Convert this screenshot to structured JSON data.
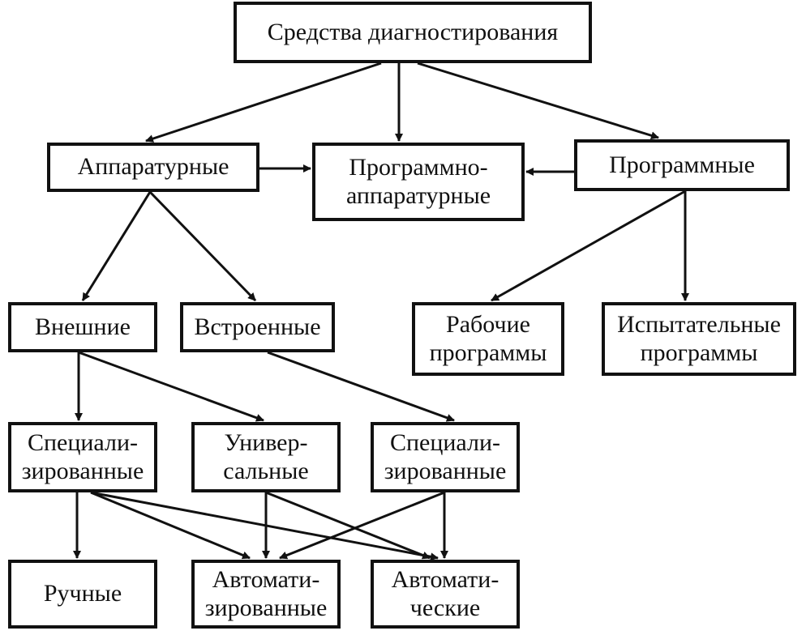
{
  "nodes": {
    "root": {
      "lines": [
        "Средства диагностирования"
      ]
    },
    "hw": {
      "lines": [
        "Аппаратурные"
      ]
    },
    "hwsw": {
      "lines": [
        "Программно-",
        "аппаратурные"
      ]
    },
    "sw": {
      "lines": [
        "Программные"
      ]
    },
    "ext": {
      "lines": [
        "Внешние"
      ]
    },
    "emb": {
      "lines": [
        "Встроенные"
      ]
    },
    "work": {
      "lines": [
        "Рабочие",
        "программы"
      ]
    },
    "test": {
      "lines": [
        "Испытательные",
        "программы"
      ]
    },
    "spec1": {
      "lines": [
        "Специали-",
        "зированные"
      ]
    },
    "univ": {
      "lines": [
        "Универ-",
        "сальные"
      ]
    },
    "spec2": {
      "lines": [
        "Специали-",
        "зированные"
      ]
    },
    "man": {
      "lines": [
        "Ручные"
      ]
    },
    "auto1": {
      "lines": [
        "Автомати-",
        "зированные"
      ]
    },
    "auto2": {
      "lines": [
        "Автомати-",
        "ческие"
      ]
    }
  },
  "edges": [
    [
      "root",
      "hw"
    ],
    [
      "root",
      "hwsw"
    ],
    [
      "root",
      "sw"
    ],
    [
      "hw",
      "hwsw"
    ],
    [
      "sw",
      "hwsw"
    ],
    [
      "hw",
      "ext"
    ],
    [
      "hw",
      "emb"
    ],
    [
      "sw",
      "work"
    ],
    [
      "sw",
      "test"
    ],
    [
      "ext",
      "spec1"
    ],
    [
      "ext",
      "univ"
    ],
    [
      "emb",
      "spec2"
    ],
    [
      "spec1",
      "man"
    ],
    [
      "spec1",
      "auto1"
    ],
    [
      "spec1",
      "auto2"
    ],
    [
      "univ",
      "auto1"
    ],
    [
      "univ",
      "auto2"
    ],
    [
      "spec2",
      "auto1"
    ],
    [
      "spec2",
      "auto2"
    ]
  ],
  "colors": {
    "stroke": "#111111",
    "fill": "#ffffff",
    "text": "#111111"
  }
}
